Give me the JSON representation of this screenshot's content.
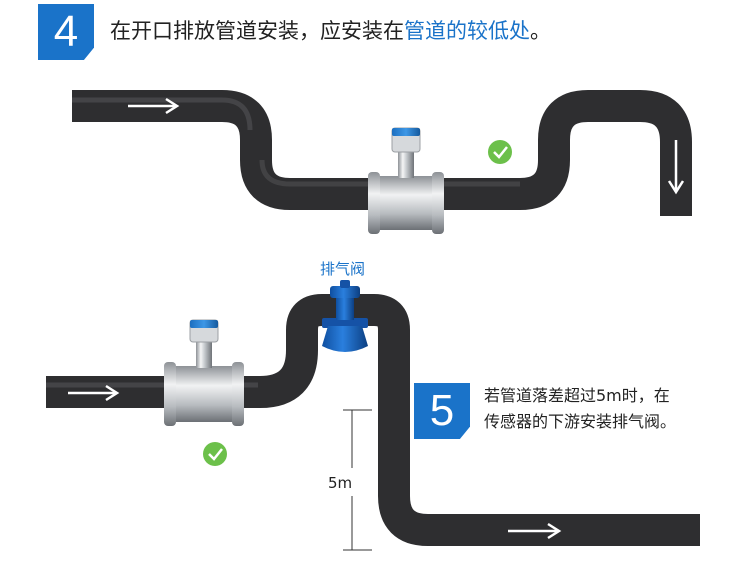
{
  "step4": {
    "number": "4",
    "text_prefix": "在开口排放管道安装，应安装在",
    "text_highlight": "管道的较低处",
    "text_suffix": "。"
  },
  "step5": {
    "number": "5",
    "line1": "若管道落差超过5m时，在",
    "line2": "传感器的下游安装排气阀。"
  },
  "labels": {
    "exhaust_valve": "排气阀",
    "drop_height": "5m"
  },
  "colors": {
    "accent": "#1a73c9",
    "pipe": "#2e2e30",
    "check": "#6cc04a"
  },
  "icons": [
    "arrow-right-icon",
    "arrow-down-icon",
    "check-icon",
    "flowmeter-icon",
    "exhaust-valve-icon"
  ]
}
